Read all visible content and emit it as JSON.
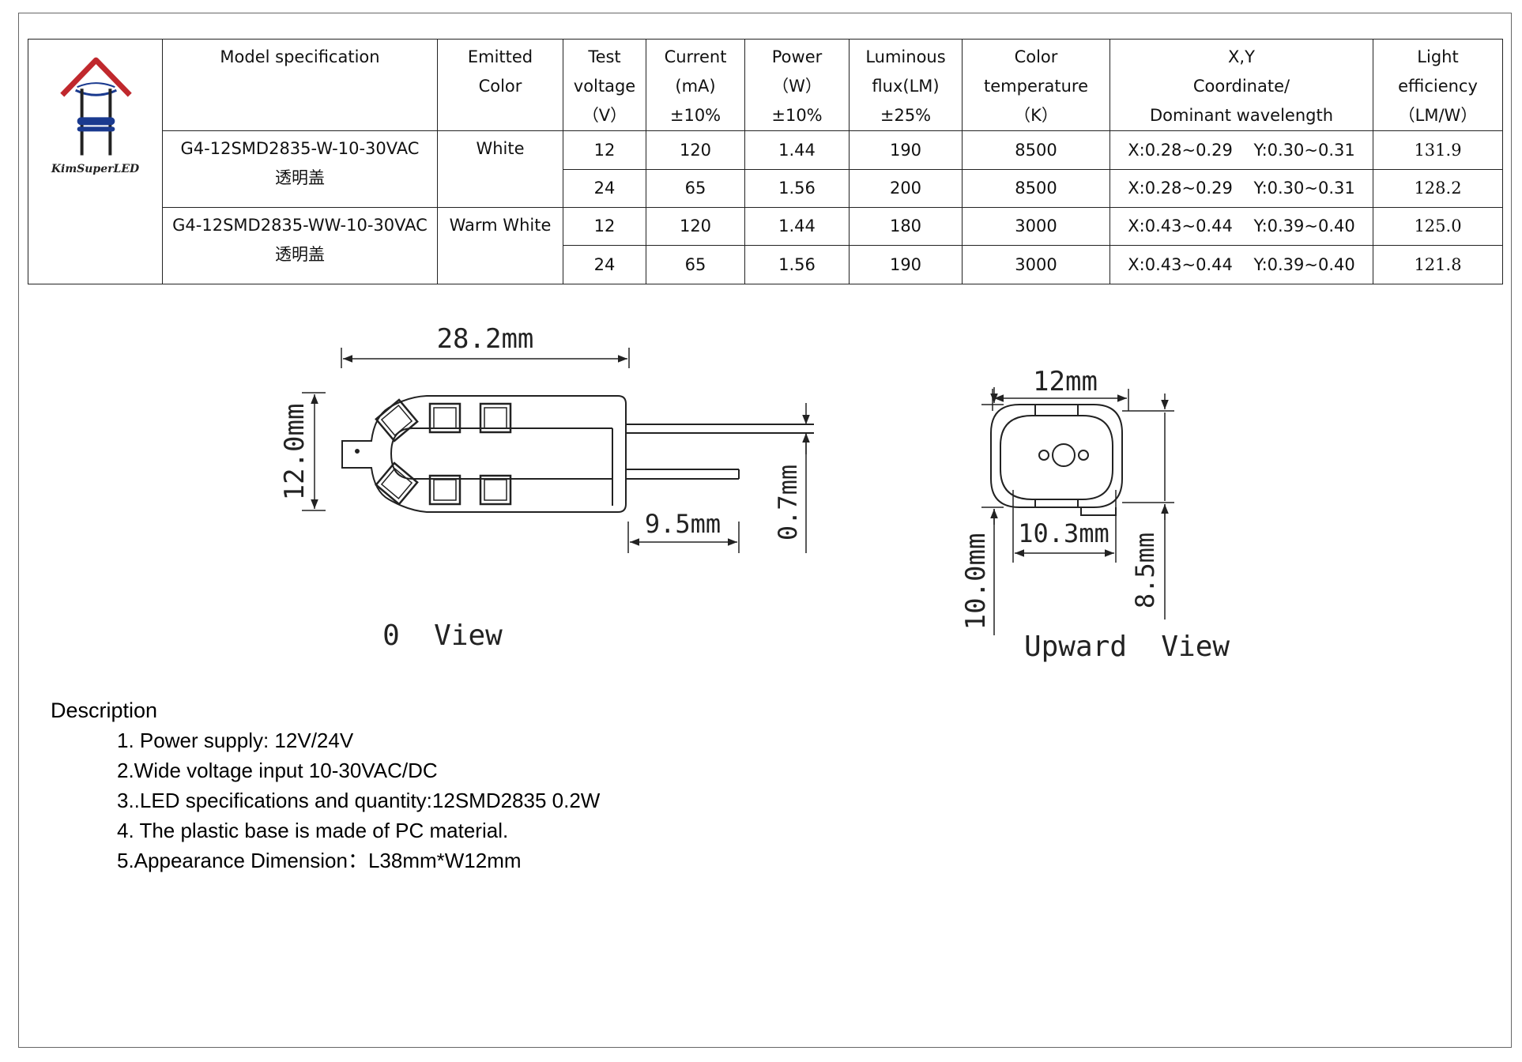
{
  "logo": {
    "brand": "KimSuperLED",
    "icon": "house-lamp-logo-icon",
    "colors": {
      "roof": "#c0282d",
      "lamp": "#1a3a8f"
    }
  },
  "table": {
    "headers": [
      {
        "lines": [
          "",
          "Model specification",
          ""
        ]
      },
      {
        "lines": [
          "Emitted",
          "Color",
          ""
        ]
      },
      {
        "lines": [
          "Test",
          "voltage",
          "（V）"
        ]
      },
      {
        "lines": [
          "Current",
          "(mA)",
          "±10%"
        ]
      },
      {
        "lines": [
          "Power",
          "（W）",
          "±10%"
        ]
      },
      {
        "lines": [
          "Luminous",
          "flux(LM)",
          "±25%"
        ]
      },
      {
        "lines": [
          "Color",
          "temperature",
          "（K）"
        ]
      },
      {
        "lines": [
          "X,Y",
          "Coordinate/",
          "Dominant wavelength"
        ]
      },
      {
        "lines": [
          "Light",
          "efficiency",
          "（LM/W）"
        ]
      }
    ],
    "groups": [
      {
        "model": [
          "G4-12SMD2835-W-10-30VAC",
          "透明盖"
        ],
        "color": "White",
        "rows": [
          {
            "voltage": "12",
            "current": "120",
            "power": "1.44",
            "flux": "190",
            "cct": "8500",
            "xy": "X:0.28~0.29    Y:0.30~0.31",
            "eff": "131.9"
          },
          {
            "voltage": "24",
            "current": "65",
            "power": "1.56",
            "flux": "200",
            "cct": "8500",
            "xy": "X:0.28~0.29    Y:0.30~0.31",
            "eff": "128.2"
          }
        ]
      },
      {
        "model": [
          "G4-12SMD2835-WW-10-30VAC",
          "透明盖"
        ],
        "color": "Warm White",
        "rows": [
          {
            "voltage": "12",
            "current": "120",
            "power": "1.44",
            "flux": "180",
            "cct": "3000",
            "xy": "X:0.43~0.44    Y:0.39~0.40",
            "eff": "125.0"
          },
          {
            "voltage": "24",
            "current": "65",
            "power": "1.56",
            "flux": "190",
            "cct": "3000",
            "xy": "X:0.43~0.44    Y:0.39~0.40",
            "eff": "121.8"
          }
        ]
      }
    ]
  },
  "front_view": {
    "label": "0  View",
    "dims": {
      "length": "28.2mm",
      "height": "12.0mm",
      "pin_length": "9.5mm",
      "pin_dia": "0.7mm"
    }
  },
  "upward_view": {
    "label": "Upward  View",
    "dims": {
      "top_width": "12mm",
      "inner_width": "10.3mm",
      "left_height": "10.0mm",
      "right_height": "8.5mm"
    }
  },
  "description": {
    "title": "Description",
    "items": [
      "1.  Power supply: 12V/24V",
      "2.Wide voltage input 10-30VAC/DC",
      "3..LED specifications and quantity:12SMD2835 0.2W",
      "4. The plastic base is made of PC material.",
      "5.Appearance Dimension：L38mm*W12mm"
    ]
  }
}
